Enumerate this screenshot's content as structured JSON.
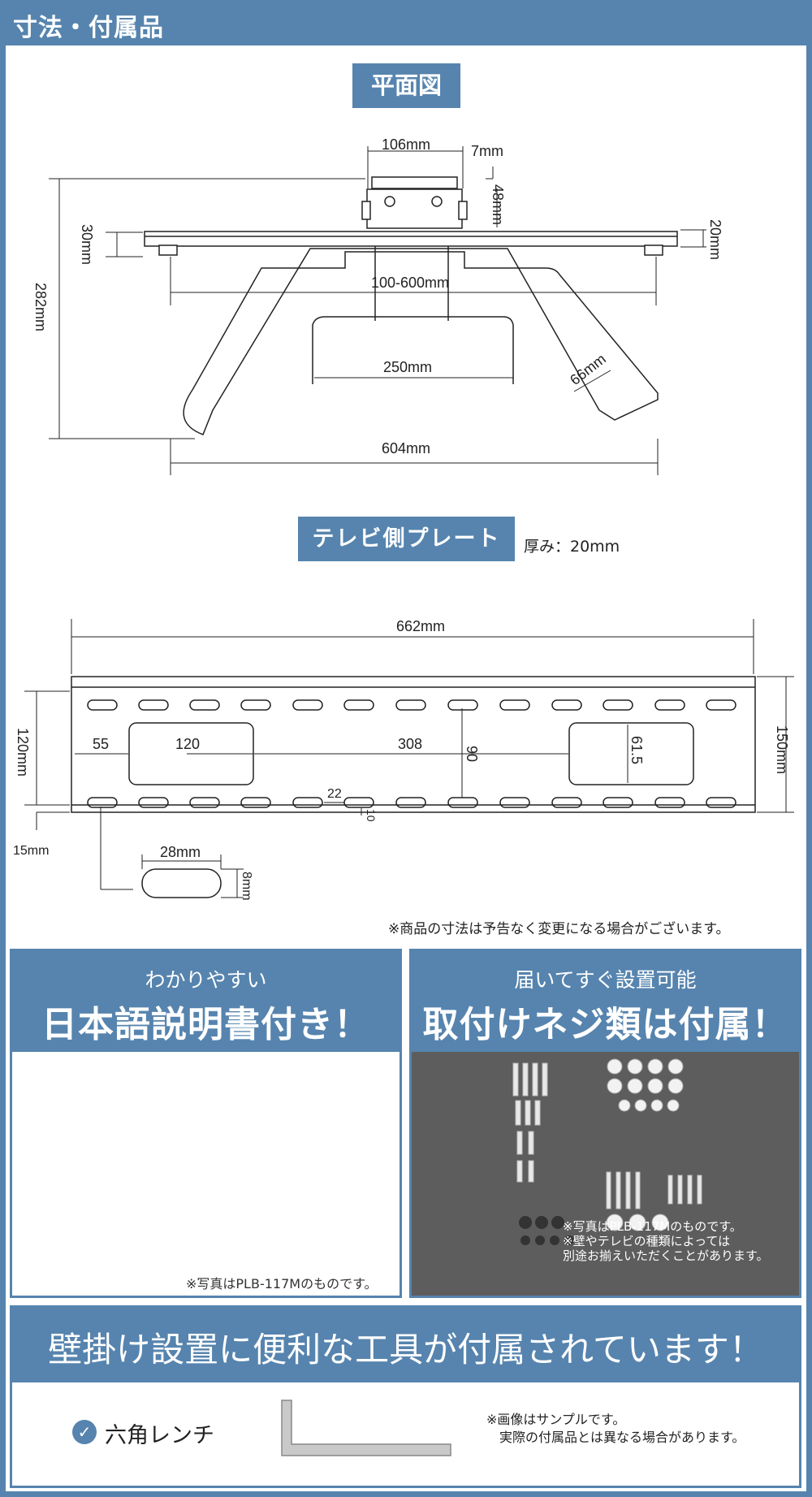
{
  "header": {
    "title": "寸法・付属品"
  },
  "plan": {
    "label": "平面図",
    "dims": {
      "d106": "106mm",
      "d7": "7mm",
      "d48": "48mm",
      "d20": "20mm",
      "d30": "30mm",
      "d282": "282mm",
      "d100600": "100-600mm",
      "d250": "250mm",
      "d66": "66mm",
      "d604": "604mm"
    }
  },
  "plate": {
    "label": "テレビ側プレート",
    "thickness": "厚み：20mm",
    "dims": {
      "d662": "662mm",
      "d120mm": "120mm",
      "d150mm": "150mm",
      "d15mm": "15mm",
      "d55": "55",
      "d120": "120",
      "d308": "308",
      "d90": "90",
      "d615": "61.5",
      "d22": "22",
      "d10": "10",
      "d28mm": "28mm",
      "d8mm": "8mm"
    }
  },
  "notes": {
    "dimension_note": "※商品の寸法は予告なく変更になる場合がございます。"
  },
  "panel_manual": {
    "subtitle": "わかりやすい",
    "title": "日本語説明書付き！",
    "caption": "※写真はPLB-117Mのものです。"
  },
  "panel_screws": {
    "subtitle": "届いてすぐ設置可能",
    "title": "取付けネジ類は付属！",
    "caption_lines": [
      "※写真はPLB-117Mのものです。",
      "※壁やテレビの種類によっては",
      "別途お揃えいただくことがあります。"
    ]
  },
  "tools": {
    "banner": "壁掛け設置に便利な工具が付属されています！",
    "item": "六角レンチ",
    "note_lines": [
      "※画像はサンプルです。",
      "実際の付属品とは異なる場合があります。"
    ]
  },
  "colors": {
    "accent": "#5684ae"
  }
}
